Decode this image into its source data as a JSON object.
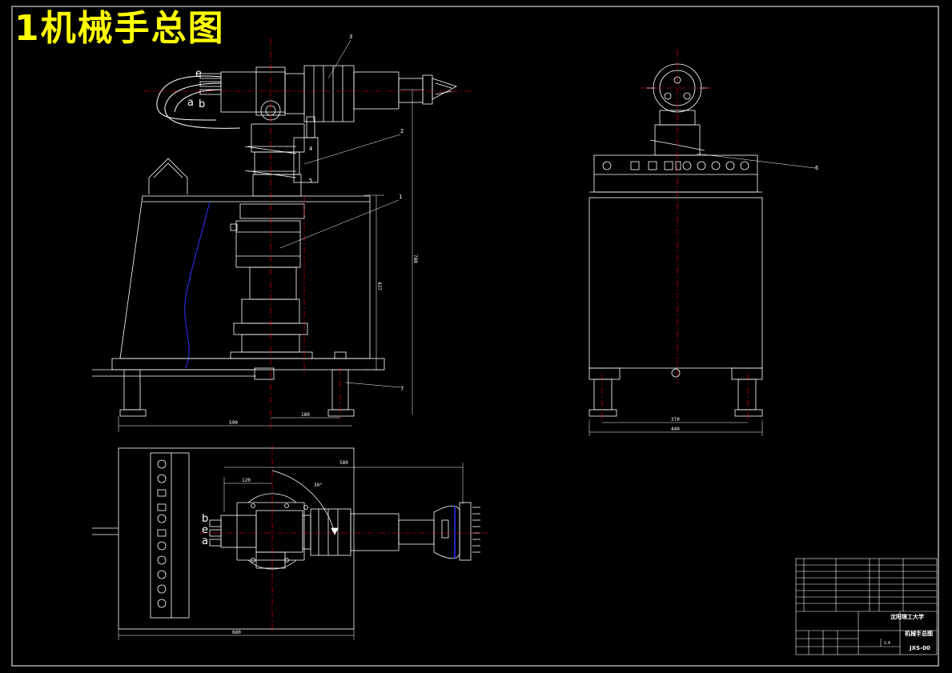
{
  "title": "1机械手总图",
  "colors": {
    "background": "#000000",
    "outline": "#ffffff",
    "centerline": "#ff0000",
    "title": "#ffff00",
    "accent_blue": "#3333ff",
    "tube": "#ffffff"
  },
  "part_callouts": [
    "3",
    "2",
    "1",
    "4",
    "5",
    "6",
    "7"
  ],
  "port_labels": {
    "front": [
      "e",
      "a",
      "b"
    ],
    "top": [
      "b",
      "e",
      "a"
    ]
  },
  "dimensions": {
    "d_780": "780",
    "d_437": "437",
    "d_590": "590",
    "d_180": "180",
    "d_370": "370",
    "d_440": "440",
    "d_120": "120",
    "d_580": "580",
    "d_angle": "30°",
    "d_680": "680"
  },
  "title_block": {
    "school": "沈阳理工大学",
    "drawing_name": "机械手总图",
    "drawing_no": "JXS-00",
    "scale": "1:4"
  }
}
